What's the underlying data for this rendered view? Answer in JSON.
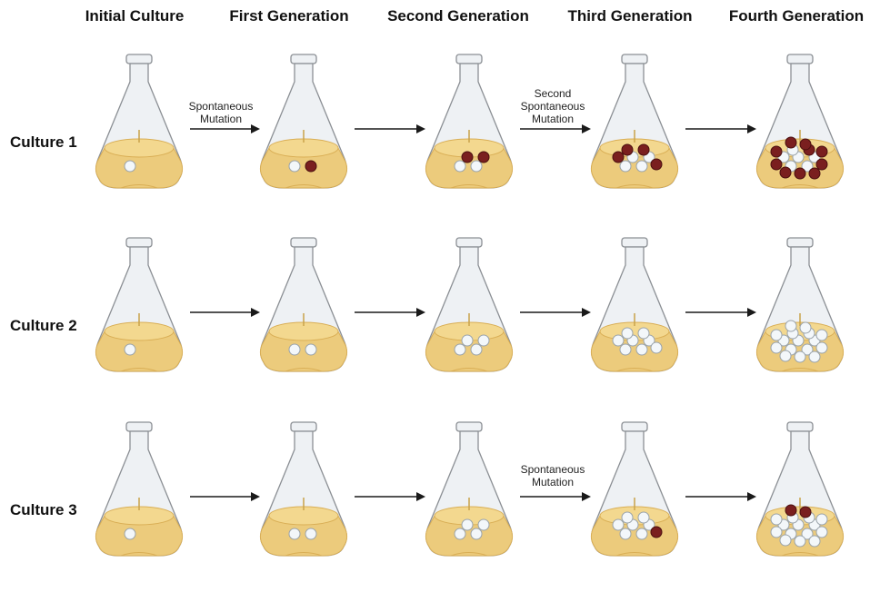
{
  "columns": [
    {
      "label": "Initial Culture"
    },
    {
      "label": "First Generation"
    },
    {
      "label": "Second Generation"
    },
    {
      "label": "Third Generation"
    },
    {
      "label": "Fourth Generation"
    }
  ],
  "rows": [
    {
      "label": "Culture 1",
      "arrows": [
        "Spontaneous Mutation",
        "",
        "Second Spontaneous Mutation",
        ""
      ],
      "flasks": [
        {
          "normal": 1,
          "mutant": 0
        },
        {
          "normal": 1,
          "mutant": 1
        },
        {
          "normal": 2,
          "mutant": 2
        },
        {
          "normal": 4,
          "mutant": 4
        },
        {
          "normal": 6,
          "mutant": 10
        }
      ]
    },
    {
      "label": "Culture 2",
      "arrows": [
        "",
        "",
        "",
        ""
      ],
      "flasks": [
        {
          "normal": 1,
          "mutant": 0
        },
        {
          "normal": 2,
          "mutant": 0
        },
        {
          "normal": 4,
          "mutant": 0
        },
        {
          "normal": 8,
          "mutant": 0
        },
        {
          "normal": 16,
          "mutant": 0
        }
      ]
    },
    {
      "label": "Culture 3",
      "arrows": [
        "",
        "",
        "Spontaneous Mutation",
        ""
      ],
      "flasks": [
        {
          "normal": 1,
          "mutant": 0
        },
        {
          "normal": 2,
          "mutant": 0
        },
        {
          "normal": 4,
          "mutant": 0
        },
        {
          "normal": 7,
          "mutant": 1
        },
        {
          "normal": 14,
          "mutant": 2
        }
      ]
    }
  ],
  "colors": {
    "medium": "#eccb7c",
    "medium_dark": "#d9ae55",
    "glass": "#eef1f4",
    "glass_stroke": "#8b8f94",
    "normal_cell": "#f3f7fa",
    "mutant_cell": "#7a1f1f",
    "arrow": "#1a1a1a"
  }
}
